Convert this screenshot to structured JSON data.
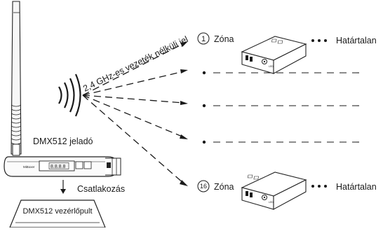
{
  "signal": {
    "label": "2,4 GHz-es vezeték nélküli jel"
  },
  "transmitter": {
    "label": "DMX512 jeladó",
    "brand": "MiBoxer",
    "display": "8.8.8.8"
  },
  "connection": {
    "label": "Csatlakozás"
  },
  "console": {
    "label": "DMX512 vezérlőpult"
  },
  "zones": [
    {
      "number": "1",
      "label": "Zóna",
      "suffix": "Határtalan"
    },
    {
      "number": "16",
      "label": "Zóna",
      "suffix": "Határtalan"
    }
  ],
  "receiver": {
    "led": "LED"
  }
}
